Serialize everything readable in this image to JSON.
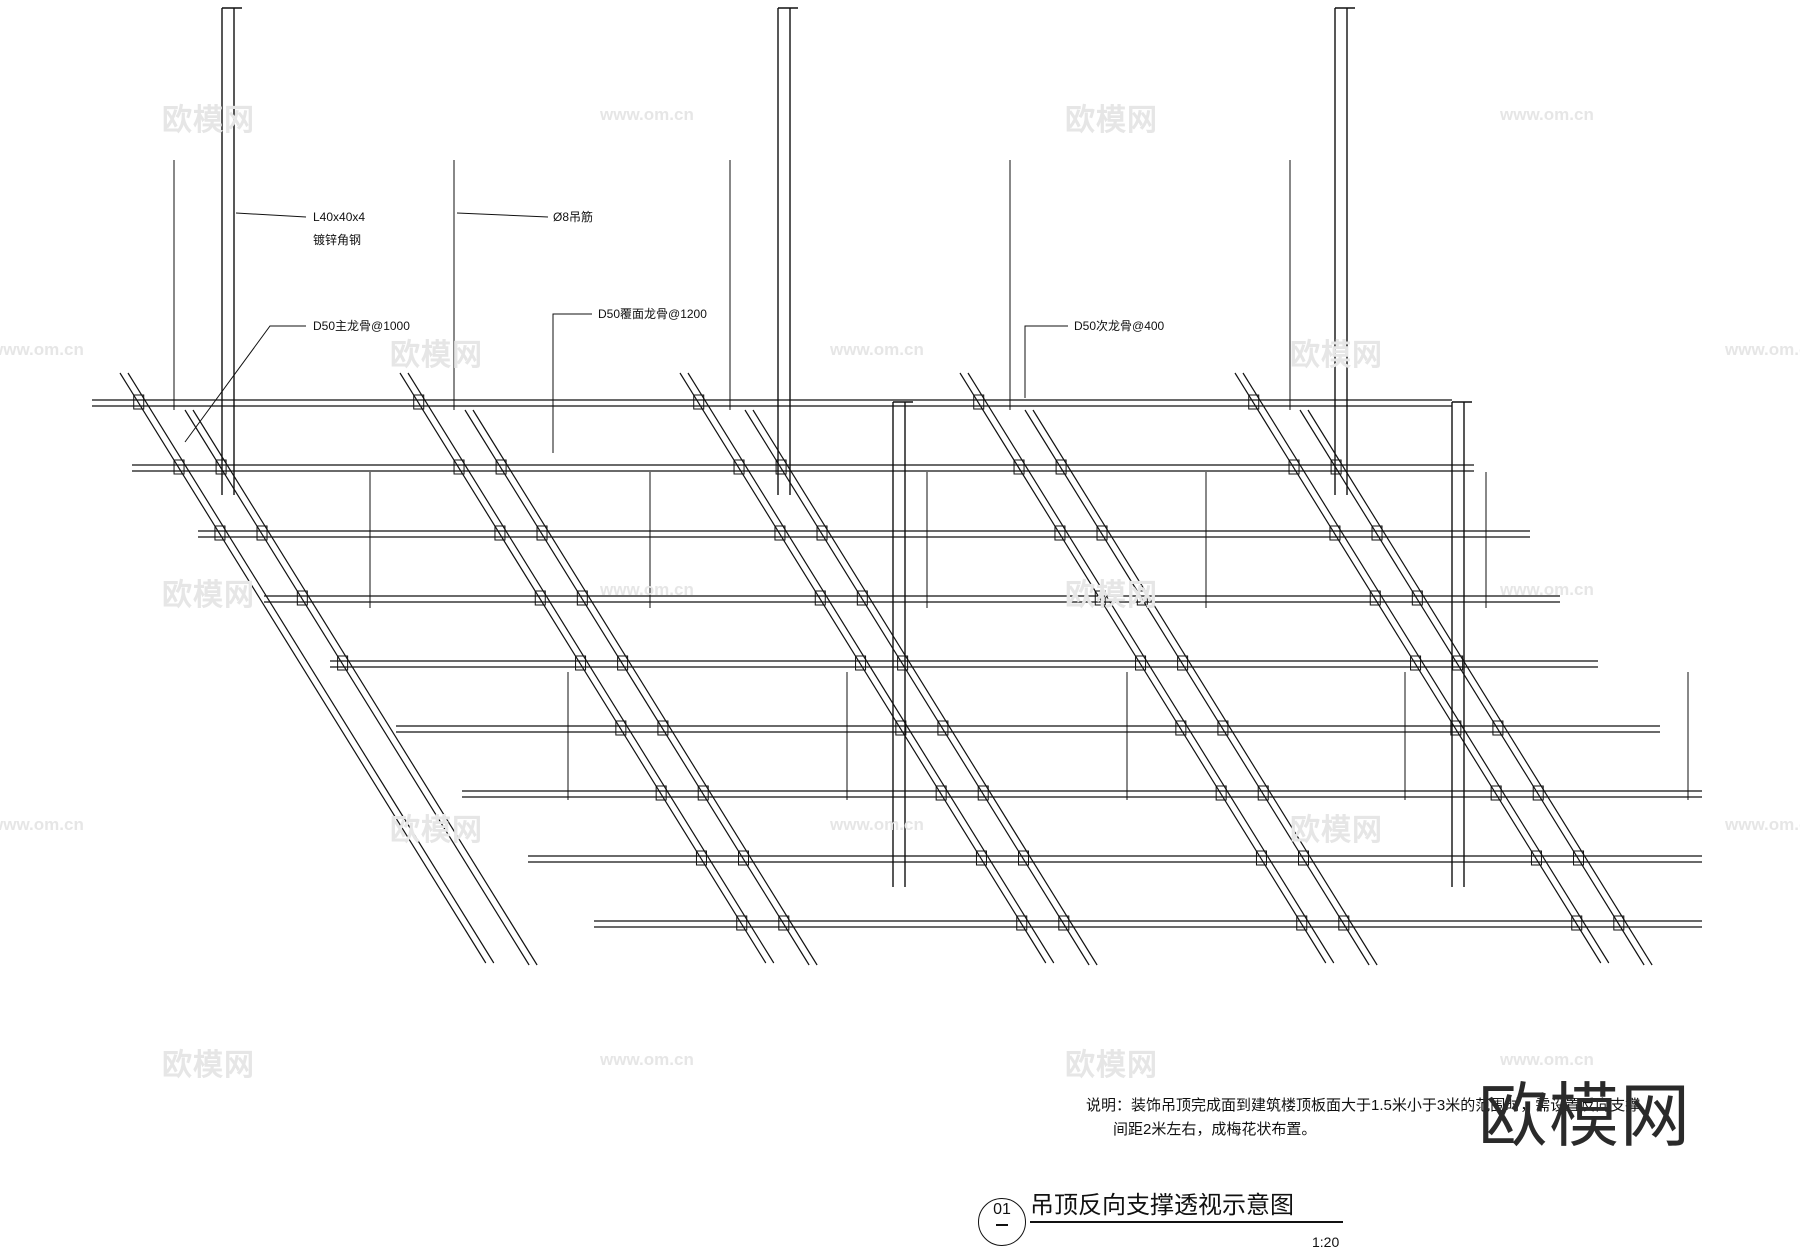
{
  "watermark": {
    "cn_text": "欧模网",
    "url_text": "www.om.cn"
  },
  "labels": {
    "angle_steel_line1": "L40x40x4",
    "angle_steel_line2": "镀锌角钢",
    "hanger_rod": "Ø8吊筋",
    "main_keel": "D50主龙骨@1000",
    "cover_keel": "D50覆面龙骨@1200",
    "secondary_keel": "D50次龙骨@400"
  },
  "note": {
    "line1": "说明：装饰吊顶完成面到建筑楼顶板面大于1.5米小于3米的范围时，需设置反向支撑",
    "line2": "间距2米左右，成梅花状布置。"
  },
  "title_block": {
    "number": "01",
    "title": "吊顶反向支撑透视示意图",
    "scale": "1:20"
  },
  "brand": "欧模网"
}
